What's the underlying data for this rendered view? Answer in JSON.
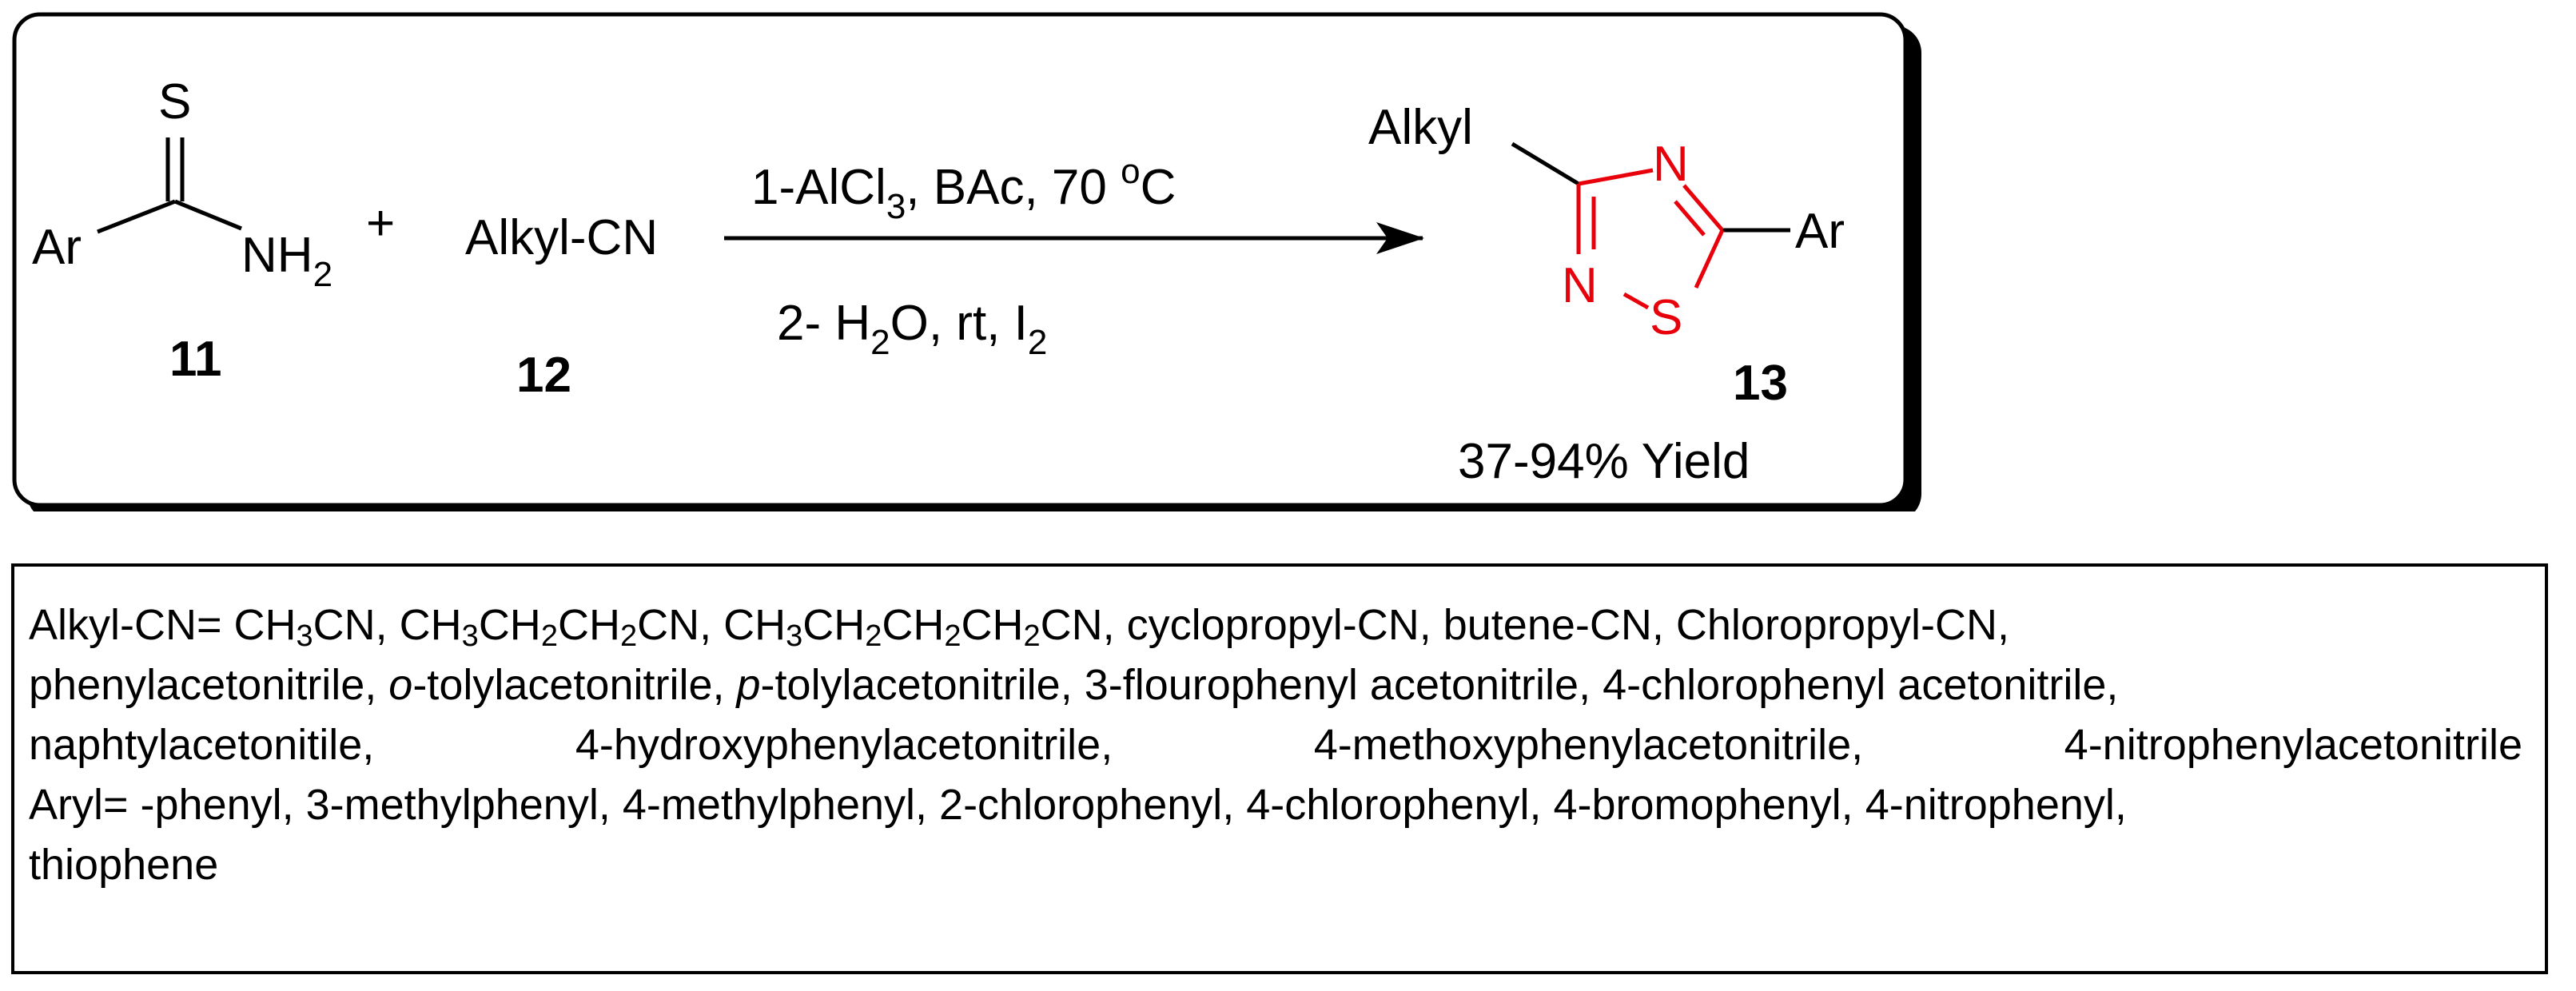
{
  "scheme": {
    "reactant_11": {
      "thio_atom": "S",
      "aryl_group": "Ar",
      "amine": "NH",
      "amine_sub": "2",
      "plus": "+",
      "label": "11"
    },
    "reactant_12": {
      "formula": "Alkyl-CN",
      "label": "12"
    },
    "conditions": {
      "step1_prefix": "1-AlCl",
      "step1_sub": "3",
      "step1_suffix": ", BAc, 70 ",
      "step1_degree": "o",
      "step1_unit": "C",
      "step2_prefix": "2- H",
      "step2_sub1": "2",
      "step2_mid": "O, rt, I",
      "step2_sub2": "2"
    },
    "product_13": {
      "alkyl_group": "Alkyl",
      "ring_n_top": "N",
      "ring_n_left": "N",
      "ring_s": "S",
      "aryl_group": "Ar",
      "label": "13",
      "yield": "37-94% Yield"
    },
    "colors": {
      "heterocycle": "#e8000b",
      "ink": "#000000"
    }
  },
  "legend": {
    "line1": {
      "p1": "Alkyl-CN= CH",
      "s1": "3",
      "p2": "CN, CH",
      "s2": "3",
      "p3": "CH",
      "s3": "2",
      "p4": "CH",
      "s4": "2",
      "p5": "CN, CH",
      "s5": "3",
      "p6": "CH",
      "s6": "2",
      "p7": "CH",
      "s7": "2",
      "p8": "CH",
      "s8": "2",
      "p9": "CN, cyclopropyl-CN, butene-CN, Chloropropyl-CN,"
    },
    "line2": {
      "p1": "phenylacetonitrile, ",
      "i1": "o",
      "p2": "-tolylacetonitrile, ",
      "i2": "p",
      "p3": "-tolylacetonitrile, 3-flourophenyl acetonitrile, 4-chlorophenyl acetonitrile,"
    },
    "line3": "naphtylacetonitile, 4-hydroxyphenylacetonitrile, 4-methoxyphenylacetonitrile, 4-nitrophenylacetonitrile",
    "line4": "Aryl= -phenyl, 3-methylphenyl, 4-methylphenyl, 2-chlorophenyl, 4-chlorophenyl, 4-bromophenyl, 4-nitrophenyl,",
    "line5": "thiophene"
  }
}
